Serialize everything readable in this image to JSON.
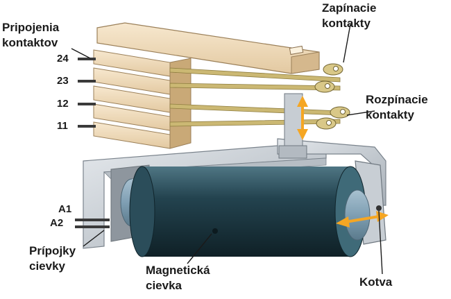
{
  "labels": {
    "pripojenia_kontaktov_line1": "Pripojenia",
    "pripojenia_kontaktov_line2": "kontaktov",
    "zapinacie_line1": "Zapínacie",
    "zapinacie_line2": "kontakty",
    "rozpinacie_line1": "Rozpínacie",
    "rozpinacie_line2": "kontakty",
    "terminal_24": "24",
    "terminal_23": "23",
    "terminal_12": "12",
    "terminal_11": "11",
    "coil_a1": "A1",
    "coil_a2": "A2",
    "pripojky_line1": "Prípojky",
    "pripojky_line2": "cievky",
    "magneticka_line1": "Magnetická",
    "magneticka_line2": "cievka",
    "kotva": "Kotva"
  },
  "colors": {
    "plate_light": "#f3e0c2",
    "plate_dark": "#d9bf97",
    "spring": "#cbb873",
    "frame": "#c6ccd2",
    "coil": "#1f3a45",
    "arrow": "#f5a623",
    "label": "#1a1a1a"
  }
}
